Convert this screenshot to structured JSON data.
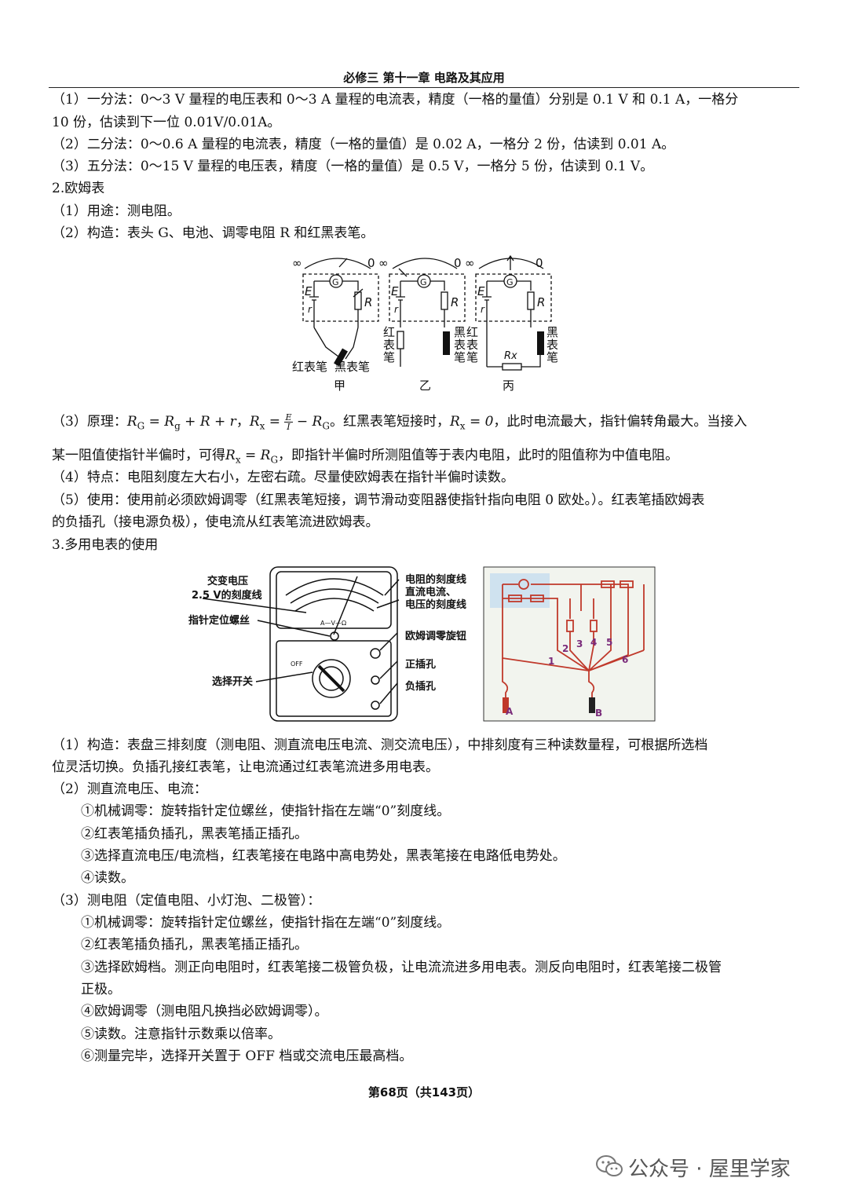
{
  "header": {
    "title": "必修三  第十一章  电路及其应用"
  },
  "lines": [
    "（1）一分法：0～3 V 量程的电压表和 0～3 A 量程的电流表，精度（一格的量值）分别是 0.1 V 和 0.1 A，一格分",
    "10 份，估读到下一位 0.01V/0.01A。",
    "（2）二分法：0～0.6 A 量程的电流表，精度（一格的量值）是 0.02 A，一格分 2 份，估读到 0.01 A。",
    "（3）五分法：0～15 V 量程的电压表，精度（一格的量值）是 0.5 V，一格分 5 份，估读到 0.1 V。",
    "2.欧姆表",
    "（1）用途：测电阻。",
    "（2）构造：表头 G、电池、调零电阻 R 和红黑表笔。"
  ],
  "principle": {
    "prefix": "（3）原理：",
    "rest": "。红黑表笔短接时，",
    "rest2": "，此时电流最大，指针偏转角最大。当接入",
    "line2a": "某一阻值使指针半偏时，可得",
    "line2b": "，即指针半偏时所测阻值等于表内电阻，此时的阻值称为中值电阻。"
  },
  "lines2": [
    "（4）特点：电阻刻度左大右小，左密右疏。尽量使欧姆表在指针半偏时读数。",
    "（5）使用：使用前必须欧姆调零（红黑表笔短接，调节滑动变阻器使指针指向电阻 0 欧处。）。红表笔插欧姆表",
    "的负插孔（接电源负极），使电流从红表笔流进欧姆表。",
    "3.多用电表的使用"
  ],
  "lines3": [
    "（1）构造：表盘三排刻度（测电阻、测直流电压电流、测交流电压），中排刻度有三种读数量程，可根据所选档",
    "位灵活切换。负插孔接红表笔，让电流通过红表笔流进多用电表。",
    "（2）测直流电压、电流："
  ],
  "steps_dc": [
    "①机械调零：旋转指针定位螺丝，使指针指在左端“0”刻度线。",
    "②红表笔插负插孔，黑表笔插正插孔。",
    "③选择直流电压/电流档，红表笔接在电路中高电势处，黑表笔接在电路低电势处。",
    "④读数。"
  ],
  "res_title": "（3）测电阻（定值电阻、小灯泡、二极管）：",
  "steps_res": [
    "①机械调零：旋转指针定位螺丝，使指针指在左端“0”刻度线。",
    "②红表笔插负插孔，黑表笔插正插孔。",
    "③选择欧姆档。测正向电阻时，红表笔接二极管负极，让电流流进多用电表。测反向电阻时，红表笔接二极管",
    "正极。",
    "④欧姆调零（测电阻凡换挡必欧姆调零）。",
    "⑤读数。注意指针示数乘以倍率。",
    "⑥测量完毕，选择开关置于 OFF 档或交流电压最高档。"
  ],
  "fig1": {
    "labels": {
      "inf": "∞",
      "zero": "0",
      "G": "G",
      "E": "E",
      "R": "R",
      "r": "r",
      "red_pen": "红表笔",
      "black_pen": "黑表笔",
      "red_v": [
        "红",
        "表",
        "笔"
      ],
      "black_v": [
        "黑",
        "表",
        "笔"
      ],
      "redblack_v": [
        "红",
        "表",
        "笔"
      ],
      "blackred_v": [
        "黑",
        "表",
        "笔"
      ],
      "Rx": "Rx",
      "jia": "甲",
      "yi": "乙",
      "bing": "丙"
    }
  },
  "fig2": {
    "labels": {
      "ac": "交变电压",
      "ac2": "2.5 V的刻度线",
      "pointer_screw": "指针定位螺丝",
      "selector": "选择开关",
      "res_scale": "电阻的刻度线",
      "dc": "直流电流、",
      "dc2": "电压的刻度线",
      "ohm_knob": "欧姆调零旋钮",
      "pos": "正插孔",
      "neg": "负插孔",
      "avo": "A—V—Ω",
      "off": "OFF",
      "n1": "1",
      "n2": "2",
      "n3": "3",
      "n4": "4",
      "n5": "5",
      "n6": "6",
      "A": "A",
      "B": "B"
    }
  },
  "footer": {
    "text": "第68页（共143页）"
  },
  "watermark": {
    "text": "公众号 · 屋里学家"
  }
}
